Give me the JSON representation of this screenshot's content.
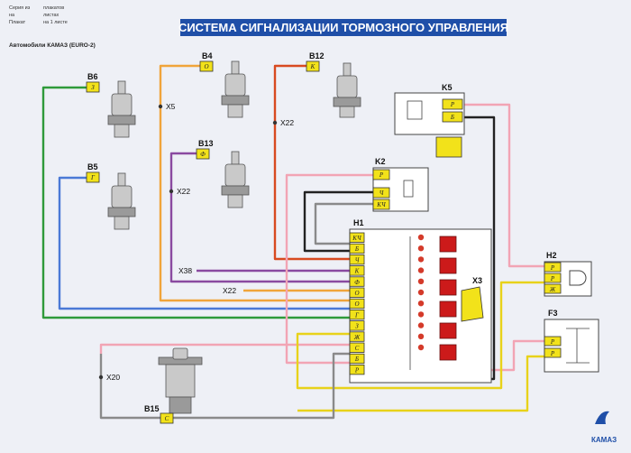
{
  "header": {
    "title": "СИСТЕМА СИГНАЛИЗАЦИИ ТОРМОЗНОГО УПРАВЛЕНИЯ",
    "meta_rows": [
      {
        "k": "Серия из",
        "v": "плакатов"
      },
      {
        "k": "на",
        "v": "листах"
      },
      {
        "k": "Плакат",
        "v": "на 1 листе"
      }
    ],
    "subtitle": "Автомобили КАМАЗ (EURO-2)"
  },
  "components": {
    "B6": "B6",
    "B5": "B5",
    "B4": "B4",
    "B13": "B13",
    "B12": "B12",
    "K5": "K5",
    "K2": "K2",
    "H1": "H1",
    "H2": "H2",
    "F3": "F3",
    "X3": "X3",
    "B15": "B15"
  },
  "pins": {
    "B6": "З",
    "B5": "Г",
    "B4": "О",
    "B13": "Ф",
    "B12": "К",
    "B15": "С",
    "K5": [
      "Р",
      "Б"
    ],
    "K2": [
      "Р",
      "Ч",
      "КЧ"
    ],
    "H1": [
      "КЧ",
      "Б",
      "Ч",
      "К",
      "Ф",
      "О",
      "О",
      "Г",
      "З",
      "Ж",
      "С",
      "Б",
      "Р"
    ],
    "H2": [
      "Р",
      "Р",
      "Ж"
    ],
    "F3": [
      "Р",
      "Р"
    ]
  },
  "connectors": {
    "x5": "X5",
    "x22_a": "X22",
    "x22_b": "X22",
    "x22_c": "X22",
    "x38": "X38",
    "x20": "X20"
  },
  "logo": "КАМАЗ",
  "colors": {
    "banner": "#1f4fa8",
    "green": "#2e9a3a",
    "blue": "#4a79d6",
    "orange": "#f0a43a",
    "violet": "#8a4aa0",
    "red_orange": "#d84a20",
    "pink": "#f2a4b4",
    "black": "#222222",
    "yellow": "#e8d21a",
    "gray": "#8a8a8a"
  }
}
